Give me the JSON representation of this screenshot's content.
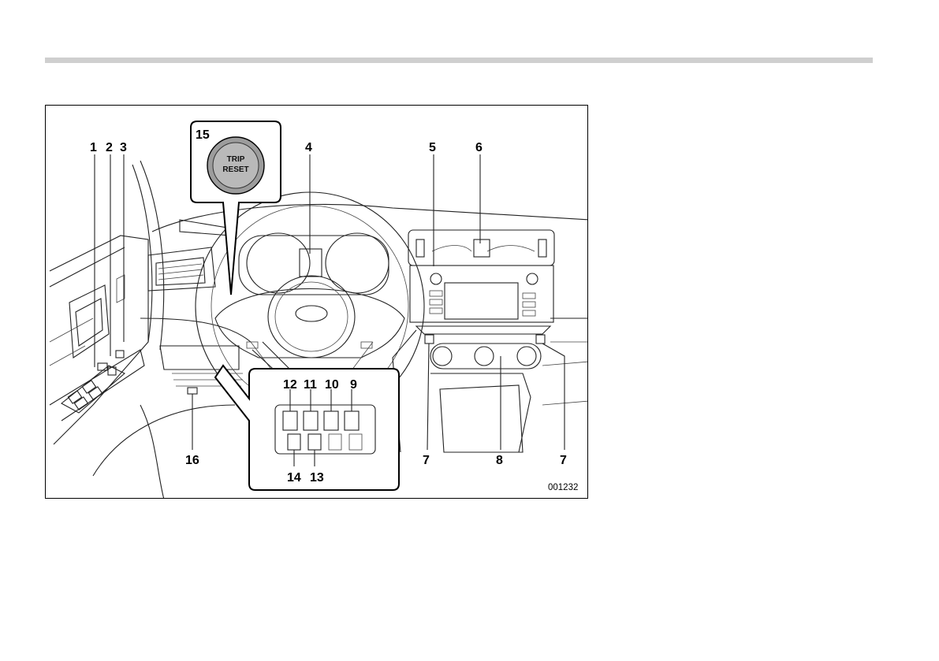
{
  "figure": {
    "code": "001232",
    "callouts": {
      "c1": "1",
      "c2": "2",
      "c3": "3",
      "c4": "4",
      "c5": "5",
      "c6": "6",
      "c7a": "7",
      "c7b": "7",
      "c8": "8",
      "c9": "9",
      "c10": "10",
      "c11": "11",
      "c12": "12",
      "c13": "13",
      "c14": "14",
      "c15": "15",
      "c16": "16"
    },
    "trip_button": {
      "line1": "TRIP",
      "line2": "RESET"
    }
  },
  "colors": {
    "rule": "#cfcfcf",
    "ink": "#000000",
    "gray": "#8a8a8a"
  }
}
